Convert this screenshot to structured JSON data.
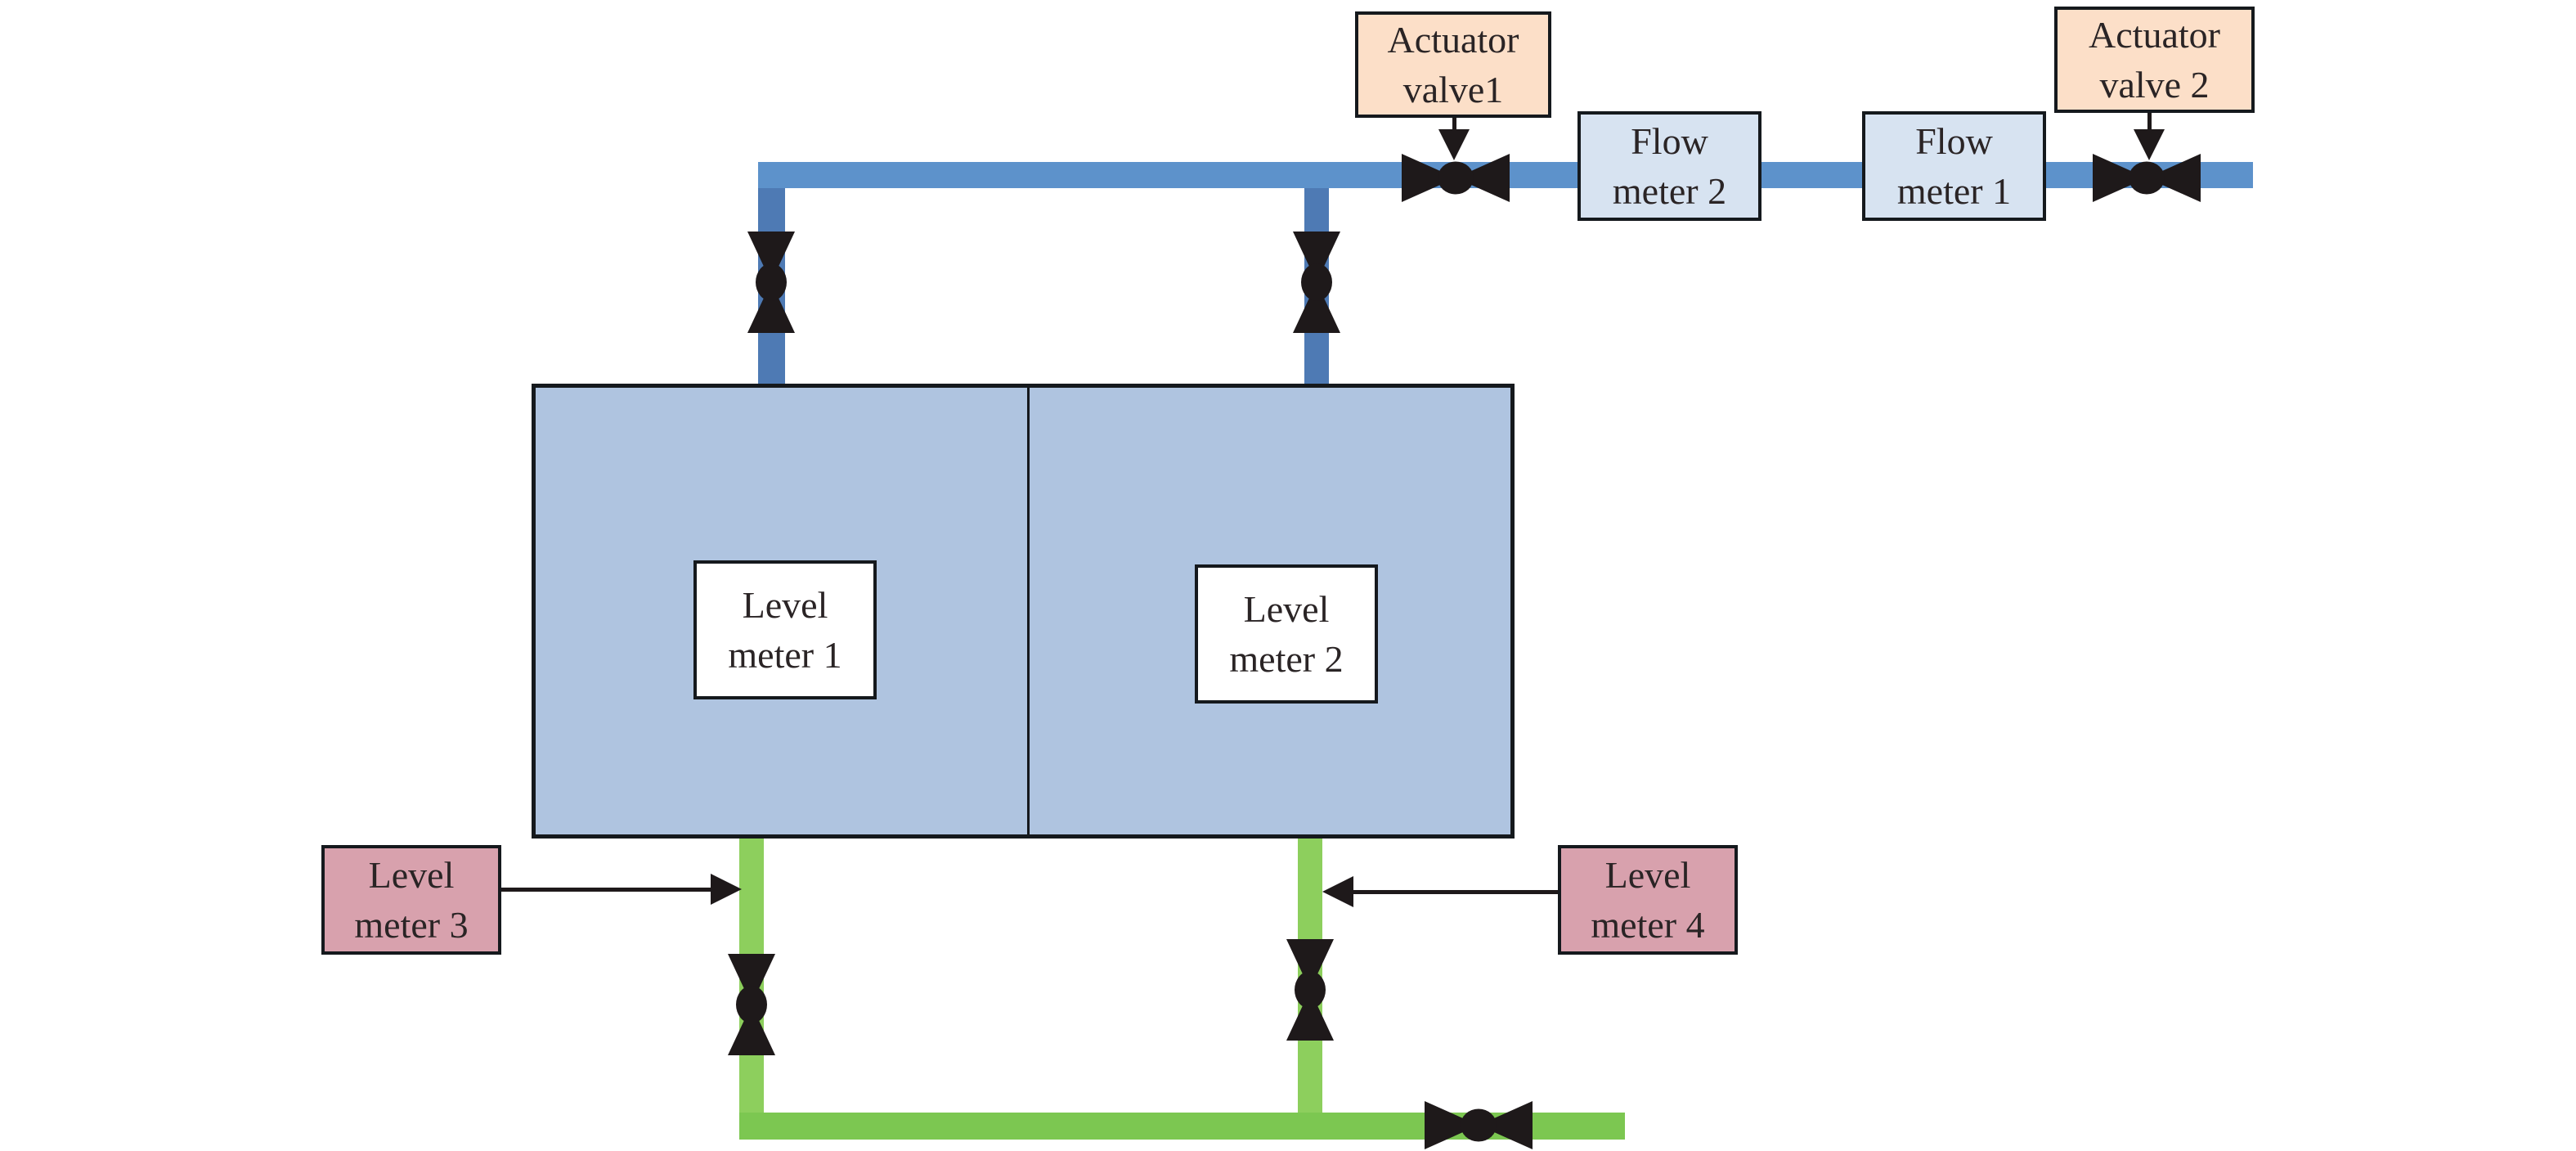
{
  "diagram": {
    "type": "piping-and-instrumentation-diagram",
    "boxes": {
      "actuator_valve_1": {
        "line1": "Actuator",
        "line2": "valve1"
      },
      "actuator_valve_2": {
        "line1": "Actuator",
        "line2": "valve 2"
      },
      "flow_meter_2": {
        "line1": "Flow",
        "line2": "meter 2"
      },
      "flow_meter_1": {
        "line1": "Flow",
        "line2": "meter 1"
      },
      "level_meter_1": {
        "line1": "Level",
        "line2": "meter 1"
      },
      "level_meter_2": {
        "line1": "Level",
        "line2": "meter 2"
      },
      "level_meter_3": {
        "line1": "Level",
        "line2": "meter 3"
      },
      "level_meter_4": {
        "line1": "Level",
        "line2": "meter 4"
      }
    },
    "valve_icons": [
      "tank1-inlet-valve",
      "tank2-inlet-valve",
      "actuator-valve-1",
      "actuator-valve-2",
      "tank1-outlet-valve",
      "tank2-outlet-valve",
      "drain-line-valve"
    ],
    "colors": {
      "pipe_blue_horizontal": "#5d92cb",
      "pipe_blue_vertical": "#4e7ab4",
      "pipe_green_horizontal": "#7cc751",
      "pipe_green_vertical": "#8dcf5d",
      "tank_fill": "#afc4e0",
      "flow_meter_fill": "#d7e3f1",
      "actuator_box_fill": "#fcdfc8",
      "level_meter_34_fill": "#d8a1ad",
      "level_meter_12_fill": "#ffffff",
      "valve_black": "#1e191a",
      "border_black": "#15191d",
      "background": "#ffffff"
    }
  }
}
